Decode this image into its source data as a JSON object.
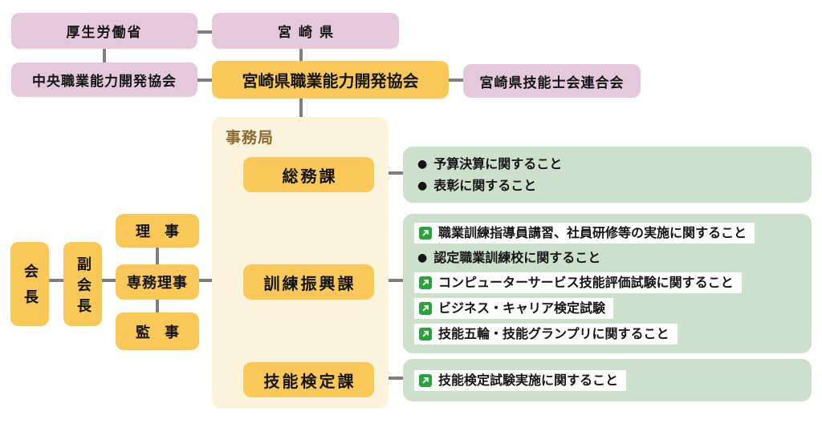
{
  "colors": {
    "pink_box": "#e4c9dd",
    "orange_box": "#f9c858",
    "cream_panel": "#fbf3dc",
    "green_panel": "#cde0cb",
    "connector_line": "#7e7e7e",
    "bureau_label_brown": "#8a6a35",
    "link_icon_green": "#29a23f",
    "link_row_bg": "#ffffff"
  },
  "icons": {
    "bullet": "●"
  },
  "top_chart": {
    "mhlw": "厚生労働省",
    "prefecture": "宮崎県",
    "central_assoc": "中央職業能力開発協会",
    "main_assoc": "宮崎県職業能力開発協会",
    "skilled_workers_federation": "宮崎県技能士会連合会"
  },
  "officers": {
    "chairman": "会長",
    "vice_chairman": "副会長",
    "directors": "理　事",
    "executive_director": "専務理事",
    "auditors": "監　事"
  },
  "secretariat": {
    "label": "事務局",
    "departments": [
      {
        "name": "総務課",
        "tasks": [
          {
            "type": "bullet",
            "text": "予算決算に関すること"
          },
          {
            "type": "bullet",
            "text": "表彰に関すること"
          }
        ]
      },
      {
        "name": "訓練振興課",
        "tasks": [
          {
            "type": "link",
            "text": "職業訓練指導員講習、社員研修等の実施に関すること"
          },
          {
            "type": "bullet",
            "text": "認定職業訓練校に関すること"
          },
          {
            "type": "link",
            "text": "コンピューターサービス技能評価試験に関すること"
          },
          {
            "type": "link",
            "text": "ビジネス・キャリア検定試験"
          },
          {
            "type": "link",
            "text": "技能五輪・技能グランプリに関すること"
          }
        ]
      },
      {
        "name": "技能検定課",
        "tasks": [
          {
            "type": "link",
            "text": "技能検定試験実施に関すること"
          }
        ]
      }
    ]
  }
}
